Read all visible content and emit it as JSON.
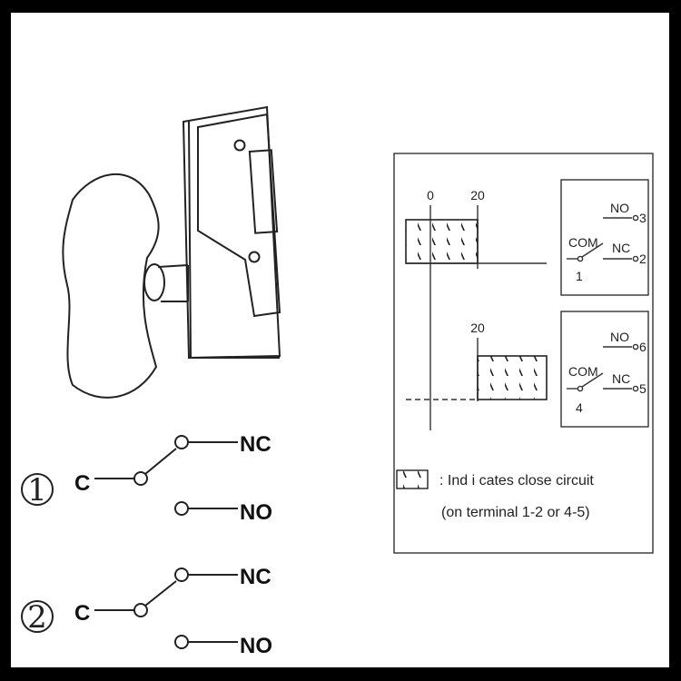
{
  "switch1": {
    "index": "1",
    "common": "C",
    "nc": "NC",
    "no": "NO"
  },
  "switch2": {
    "index": "2",
    "common": "C",
    "nc": "NC",
    "no": "NO"
  },
  "timing": {
    "tick_zero": "0",
    "tick_twenty_top": "20",
    "tick_twenty_bottom": "20",
    "box1": {
      "no": "NO",
      "nc": "NC",
      "com": "COM",
      "term_com": "1",
      "term_nc": "2",
      "term_no": "3"
    },
    "box2": {
      "no": "NO",
      "nc": "NC",
      "com": "COM",
      "term_com": "4",
      "term_nc": "5",
      "term_no": "6"
    },
    "legend_line1": ": Ind i cates close circuit",
    "legend_line2": "(on terminal 1-2 or 4-5)"
  }
}
